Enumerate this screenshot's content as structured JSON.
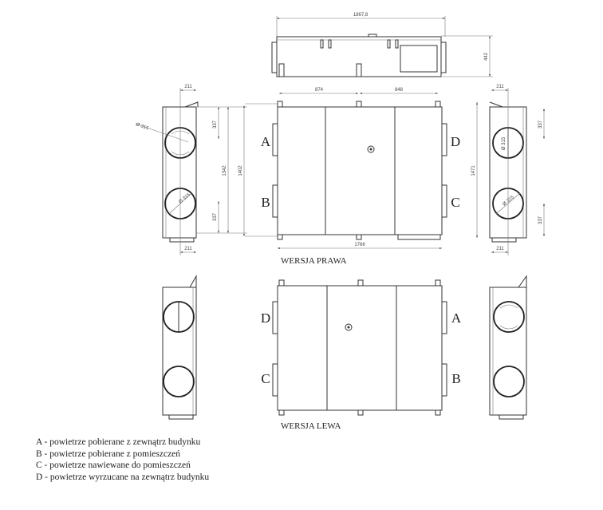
{
  "top_view": {
    "width_dim": "1867,8",
    "height_dim": "442"
  },
  "side_left_right_version": {
    "width_top": "211",
    "width_bottom": "211",
    "diameter_top": "Ø 315",
    "diameter_bottom": "Ø 315",
    "offset_top": "337",
    "offset_bottom": "337",
    "inner_height": "1342",
    "outer_height": "1402"
  },
  "front_right_version": {
    "section_1": "874",
    "section_2": "848",
    "total_width": "1766",
    "height": "1402",
    "ports": {
      "top_left": "A",
      "bottom_left": "B",
      "top_right": "D",
      "bottom_right": "C"
    },
    "caption": "WERSJA PRAWA"
  },
  "side_right_right_version": {
    "width_top": "211",
    "width_bottom": "211",
    "height": "1471",
    "offset_top": "337",
    "offset_bottom": "337",
    "diameter_top": "Ø 315",
    "diameter_bottom": "Ø 315"
  },
  "front_left_version": {
    "ports": {
      "top_left": "D",
      "bottom_left": "C",
      "top_right": "A",
      "bottom_right": "B"
    },
    "caption": "WERSJA LEWA"
  },
  "legend": [
    "A - powietrze pobierane z zewnątrz budynku",
    "B - powietrze pobierane z pomieszczeń",
    "C - powietrze nawiewane do pomieszczeń",
    "D - powietrze wyrzucane na zewnątrz budynku"
  ]
}
